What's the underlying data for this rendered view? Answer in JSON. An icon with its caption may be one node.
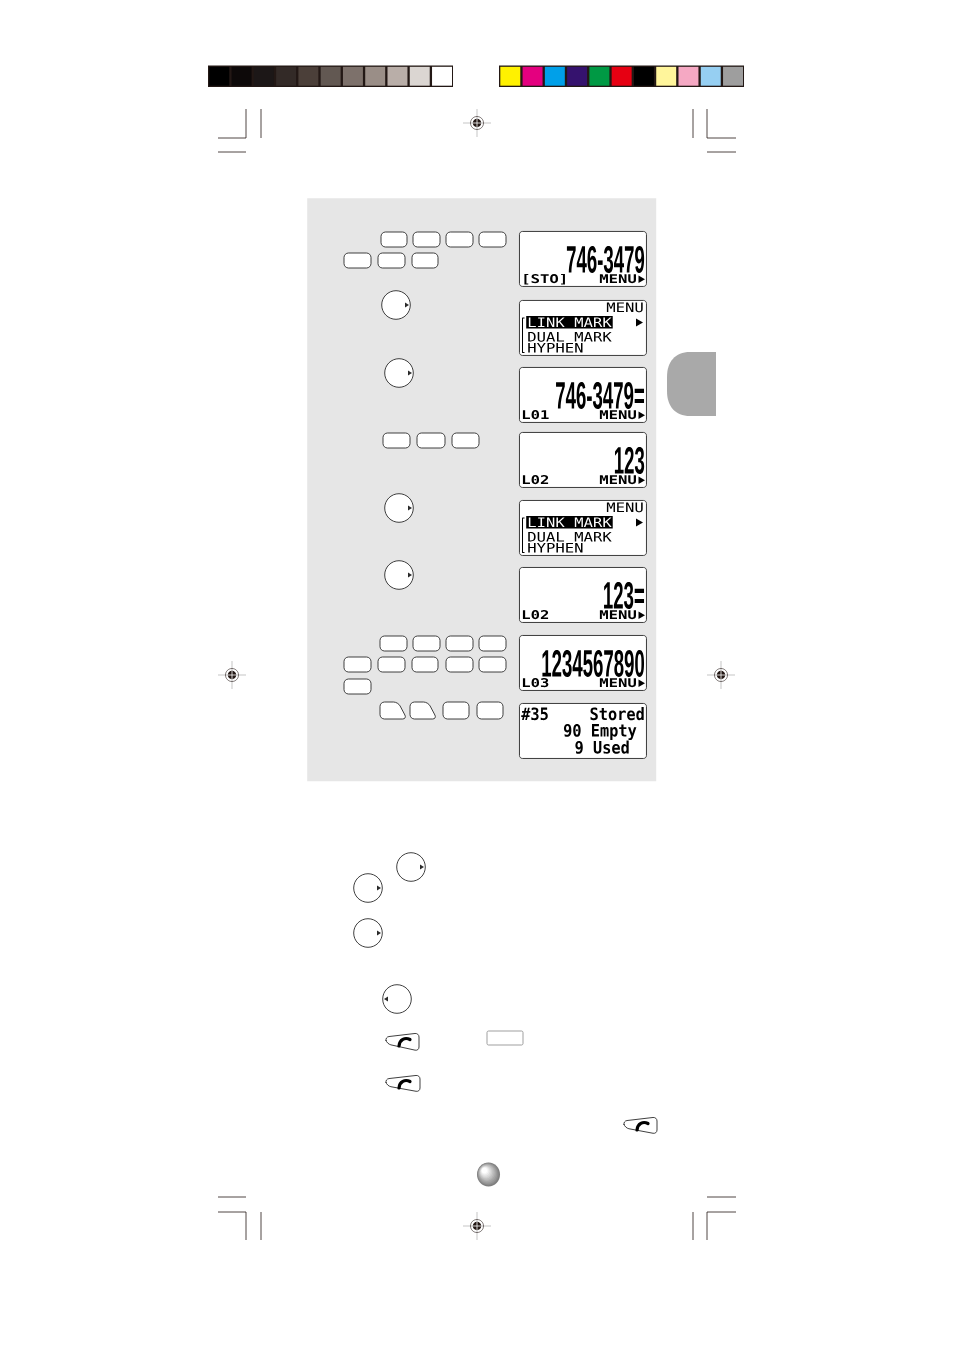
{
  "diagram": {
    "nodes": [
      {
        "text": [],
        "shape": "box"
      },
      {
        "text": [
          "746-3479",
          "[STO]",
          "MENU"
        ],
        "in": 0
      },
      {
        "text": [
          "MENU",
          "LINK MARK",
          "DUAL MARK",
          "HYPHEN"
        ],
        "in": 0
      },
      {
        "text": [
          "746-3479=",
          "L01",
          "MENU"
        ],
        "in": 0
      },
      {
        "text": [
          "123",
          "L02",
          "MENU"
        ],
        "in": 0
      },
      {
        "text": [
          "MENU",
          "LINK MARK",
          "DUAL MARK",
          "HYPHEN"
        ],
        "in": 0
      },
      {
        "text": [
          "123=",
          "L02",
          "MENU"
        ],
        "in": 0
      },
      {
        "text": [
          "1234567890",
          "L03",
          "MENU"
        ],
        "in": 0
      },
      {
        "text": [
          "#35",
          "Stored",
          "90 Empty",
          "9 Used"
        ],
        "in": 0
      }
    ]
  }
}
